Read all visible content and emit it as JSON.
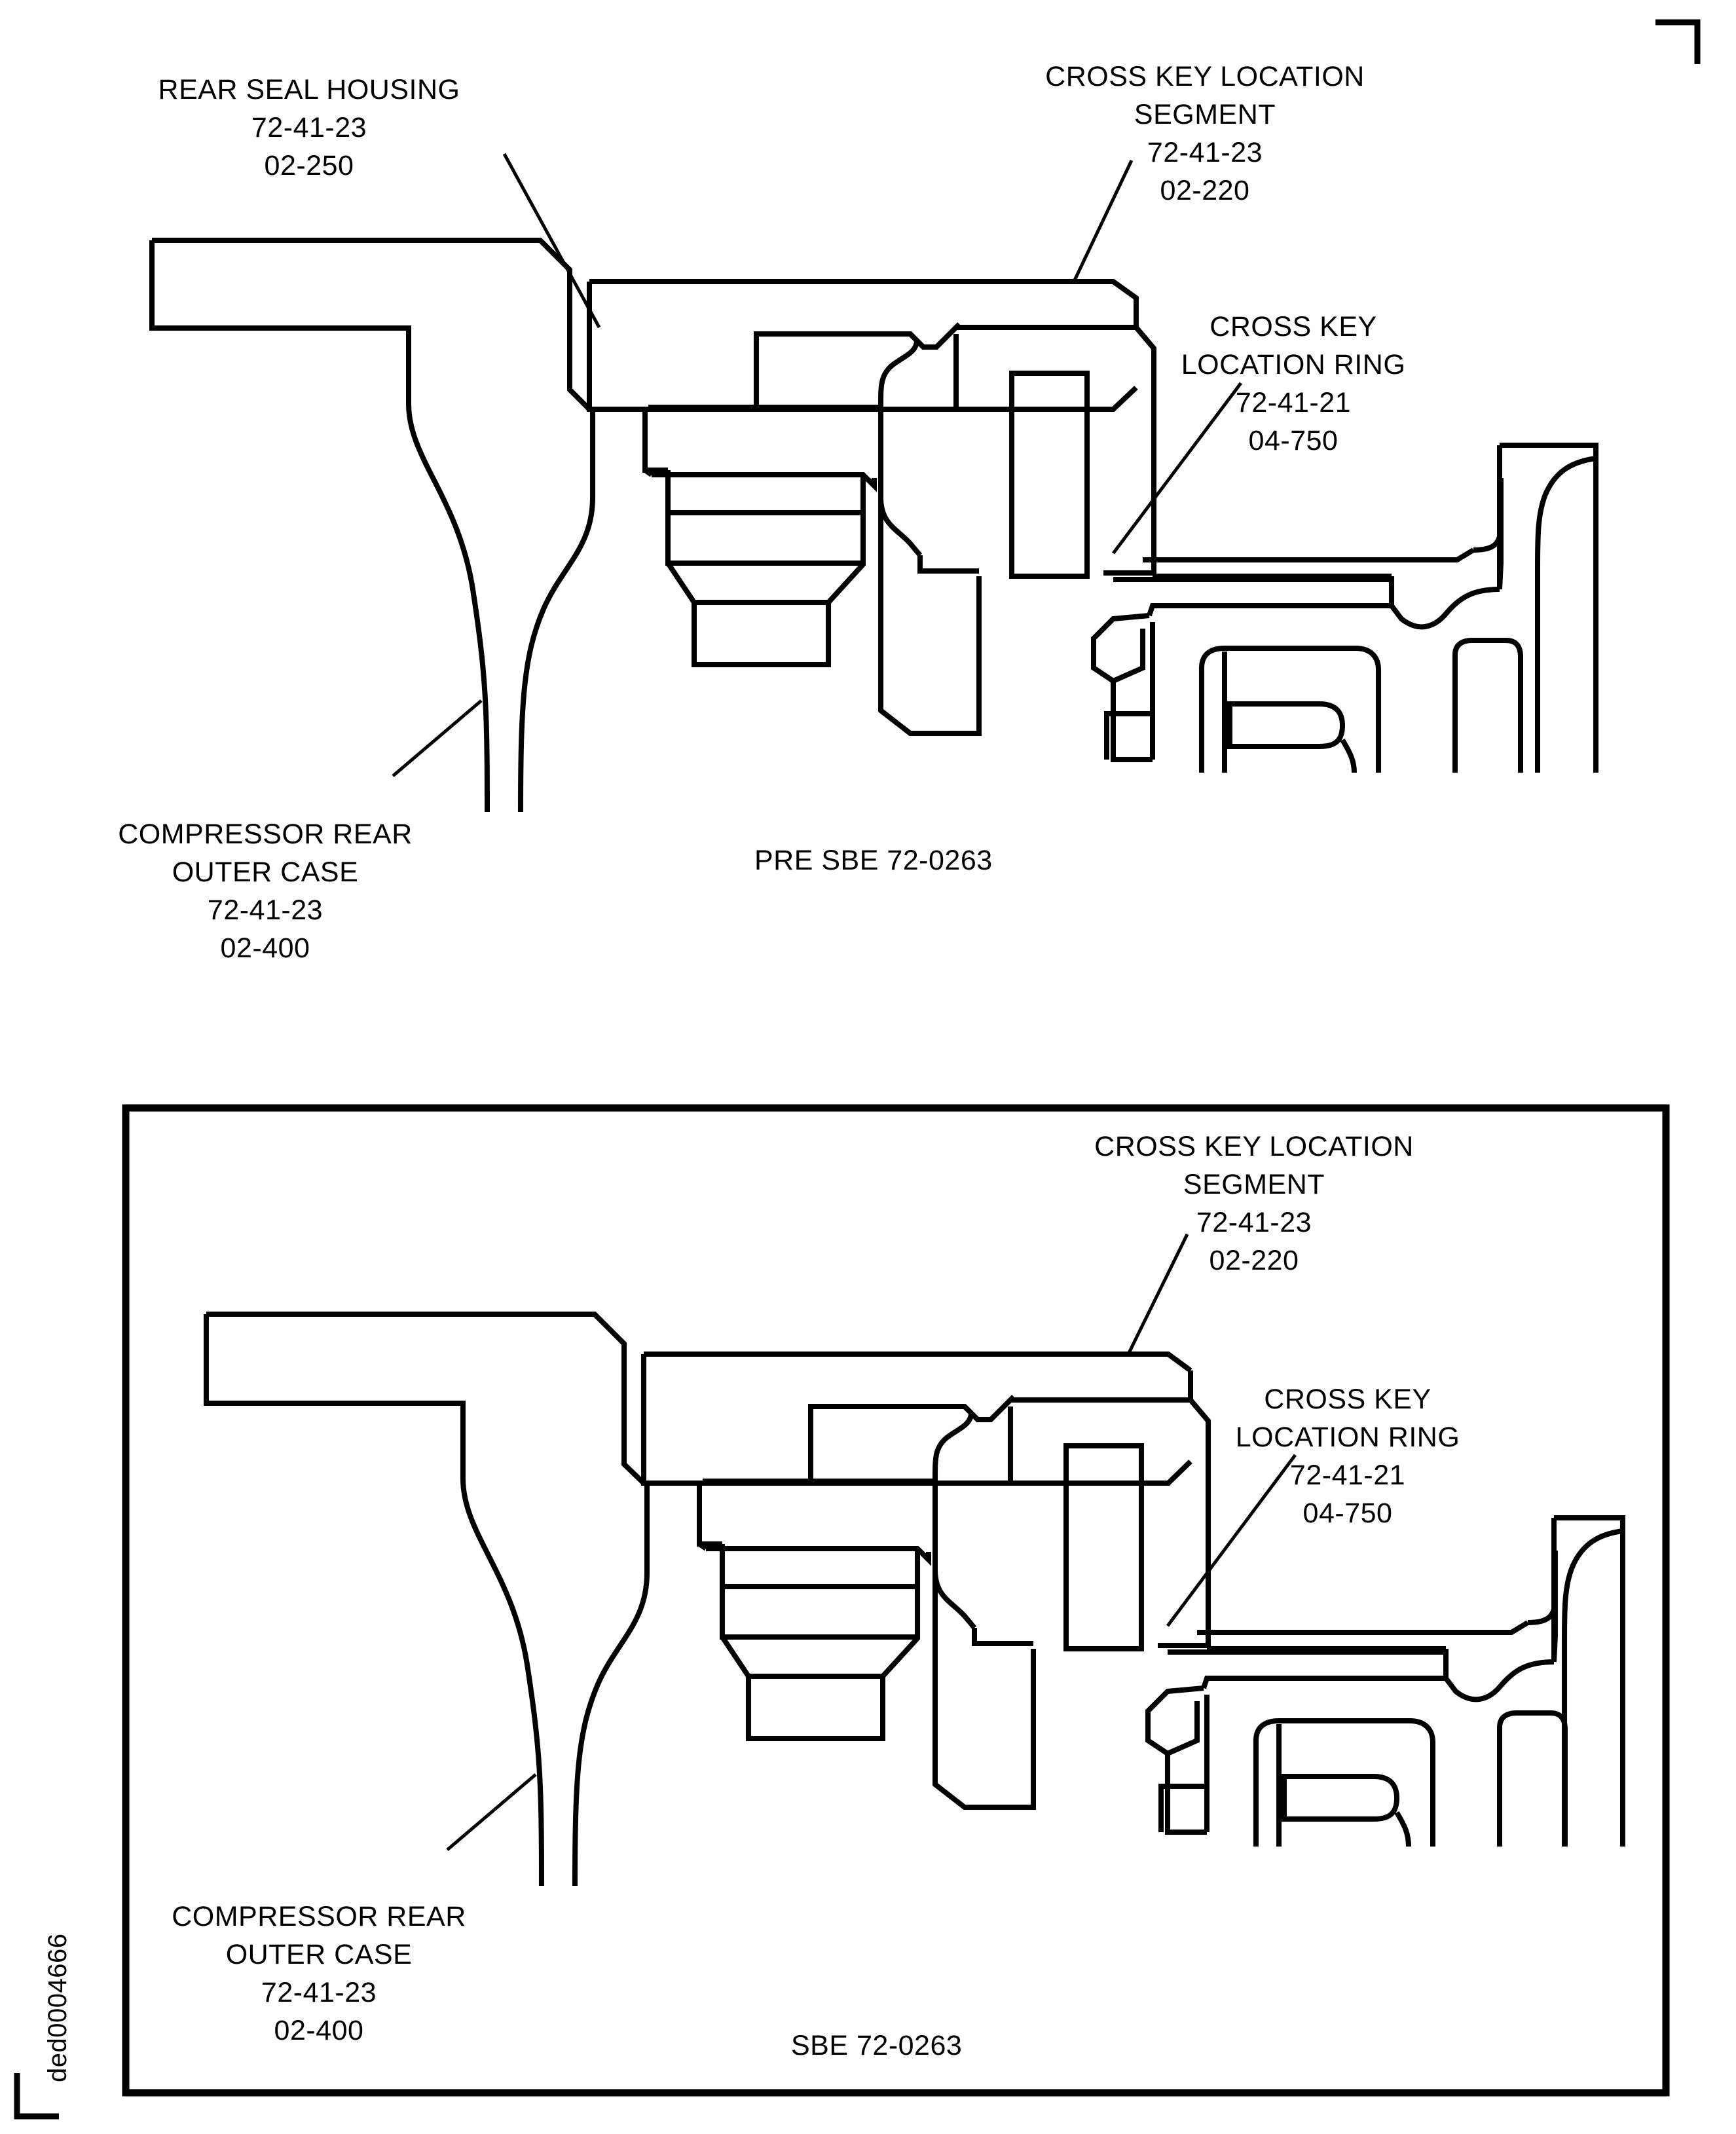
{
  "document": {
    "id_text": "ded0004666"
  },
  "figures": [
    {
      "key": "pre_sbe",
      "caption": "PRE SBE 72-0263",
      "bordered": false,
      "callouts": [
        {
          "name": "rear-seal-housing",
          "lines": [
            "REAR SEAL HOUSING",
            "72-41-23",
            "02-250"
          ]
        },
        {
          "name": "cross-key-location-segment",
          "lines": [
            "CROSS KEY LOCATION",
            "SEGMENT",
            "72-41-23",
            "02-220"
          ]
        },
        {
          "name": "cross-key-location-ring",
          "lines": [
            "CROSS KEY",
            "LOCATION RING",
            "72-41-21",
            "04-750"
          ]
        },
        {
          "name": "compressor-rear-outer-case",
          "lines": [
            "COMPRESSOR REAR",
            "OUTER CASE",
            "72-41-23",
            "02-400"
          ]
        }
      ]
    },
    {
      "key": "post_sbe",
      "caption": "SBE 72-0263",
      "bordered": true,
      "callouts": [
        {
          "name": "cross-key-location-segment",
          "lines": [
            "CROSS KEY LOCATION",
            "SEGMENT",
            "72-41-23",
            "02-220"
          ]
        },
        {
          "name": "cross-key-location-ring",
          "lines": [
            "CROSS KEY",
            "LOCATION RING",
            "72-41-21",
            "04-750"
          ]
        },
        {
          "name": "compressor-rear-outer-case",
          "lines": [
            "COMPRESSOR REAR",
            "OUTER CASE",
            "72-41-23",
            "02-400"
          ]
        }
      ]
    }
  ],
  "labels": {
    "rear_seal_housing_l1": "REAR SEAL HOUSING",
    "rear_seal_housing_l2": "72-41-23",
    "rear_seal_housing_l3": "02-250",
    "segment_top_l1": "CROSS KEY LOCATION",
    "segment_top_l2": "SEGMENT",
    "segment_top_l3": "72-41-23",
    "segment_top_l4": "02-220",
    "ring_top_l1": "CROSS KEY",
    "ring_top_l2": "LOCATION RING",
    "ring_top_l3": "72-41-21",
    "ring_top_l4": "04-750",
    "case_top_l1": "COMPRESSOR REAR",
    "case_top_l2": "OUTER CASE",
    "case_top_l3": "72-41-23",
    "case_top_l4": "02-400",
    "caption_top": "PRE SBE 72-0263",
    "segment_bot_l1": "CROSS KEY LOCATION",
    "segment_bot_l2": "SEGMENT",
    "segment_bot_l3": "72-41-23",
    "segment_bot_l4": "02-220",
    "ring_bot_l1": "CROSS KEY",
    "ring_bot_l2": "LOCATION RING",
    "ring_bot_l3": "72-41-21",
    "ring_bot_l4": "04-750",
    "case_bot_l1": "COMPRESSOR REAR",
    "case_bot_l2": "OUTER CASE",
    "case_bot_l3": "72-41-23",
    "case_bot_l4": "02-400",
    "caption_bot": "SBE 72-0263",
    "doc_id": "ded0004666"
  },
  "colors": {
    "ink": "#000000",
    "paper": "#ffffff"
  }
}
